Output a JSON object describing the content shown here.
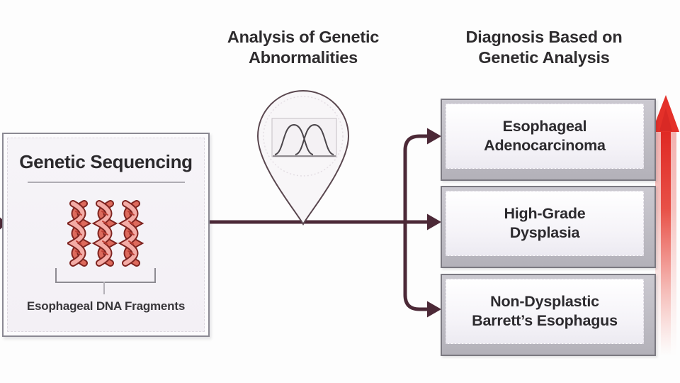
{
  "diagram": {
    "sequencing": {
      "title": "Genetic Sequencing",
      "caption": "Esophageal DNA Fragments",
      "icon": "dna-helix-icon"
    },
    "analysis": {
      "title_lines": [
        "Analysis of Genetic",
        "Abnormalities"
      ],
      "icon": "map-pin-with-distribution-curves-icon"
    },
    "diagnosis": {
      "title_lines": [
        "Diagnosis Based on",
        "Genetic Analysis"
      ],
      "boxes": [
        {
          "lines": [
            "Esophageal",
            "Adenocarcinoma"
          ]
        },
        {
          "lines": [
            "High-Grade",
            "Dysplasia"
          ]
        },
        {
          "lines": [
            "Non-Dysplastic",
            "Barrett’s Esophagus"
          ]
        }
      ],
      "severity_arrow": "increasing-severity-up"
    },
    "colors": {
      "connector": "#4c2937",
      "risk_arrow_red": "#e43029",
      "dna_dark_red": "#7e2420",
      "dna_pink": "#f4aca6",
      "box_border_grey": "#7b7981",
      "panel_fill": "#f3f0f5",
      "text_dark": "#2b292c"
    }
  }
}
